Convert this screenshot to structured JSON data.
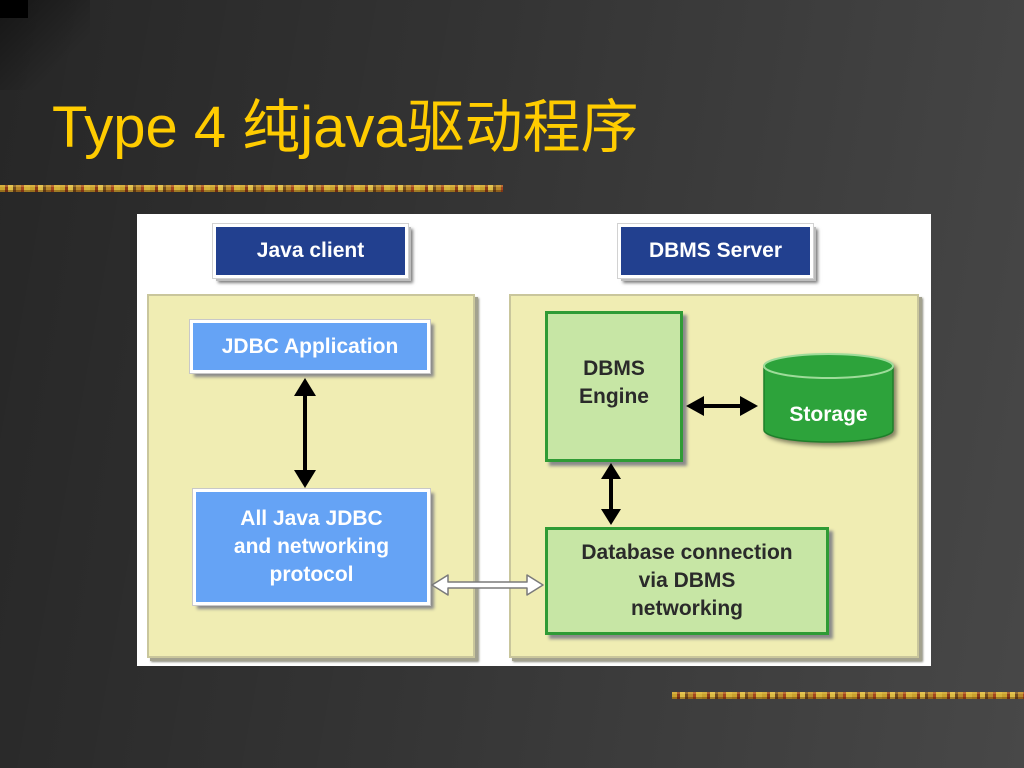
{
  "slide": {
    "title": "Type 4 纯java驱动程序"
  },
  "diagram": {
    "client_header": "Java client",
    "server_header": "DBMS Server",
    "jdbc_application": "JDBC Application",
    "client_protocol": {
      "lines": [
        "All Java JDBC",
        "and networking",
        "protocol"
      ]
    },
    "dbms_engine": {
      "lines": [
        "DBMS",
        "Engine"
      ]
    },
    "storage": "Storage",
    "database_connection": {
      "lines": [
        "Database connection",
        "via DBMS",
        "networking"
      ]
    }
  },
  "colors": {
    "title": "#FFCC00",
    "background": "#3E3E3E",
    "header_blue": "#22408F",
    "client_box_blue": "#65A3F5",
    "panel_fill": "#F0EDB3",
    "server_box_fill": "#C7E6A5",
    "server_box_border": "#2F9B35",
    "storage_green": "#2DA33B"
  }
}
